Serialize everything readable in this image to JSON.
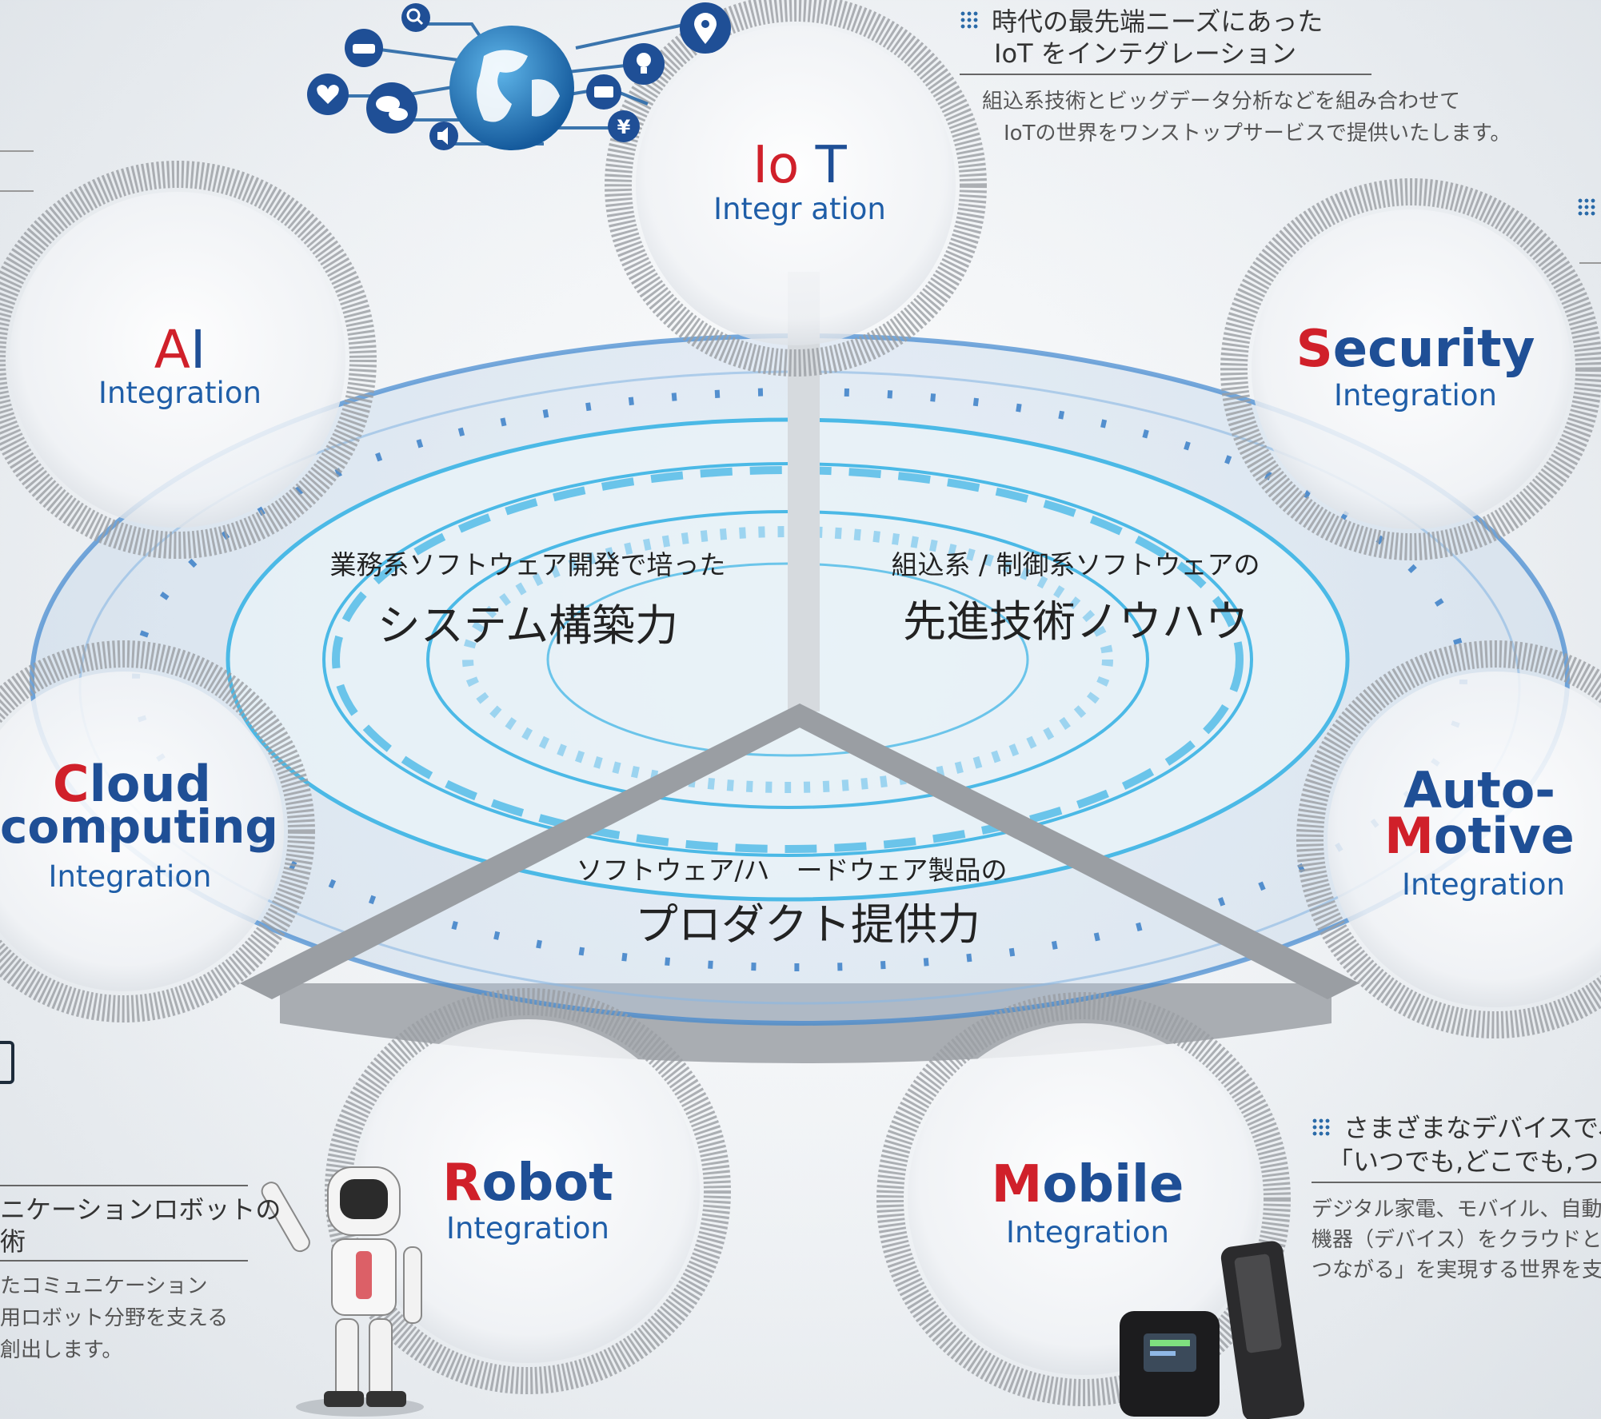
{
  "colors": {
    "title_blue": "#1f4f96",
    "accent_red": "#d0202a",
    "sub_blue": "#1f5ea8",
    "ring_gray": "#9a9ea3",
    "cyan": "#4bb9e6"
  },
  "nodes": {
    "iot": {
      "first": "Io",
      "rest": " T",
      "sub": "Integr ation"
    },
    "ai": {
      "first": "A",
      "rest": "I",
      "sub": "Integration"
    },
    "security": {
      "first": "S",
      "rest": "ecurity",
      "sub": "Integration"
    },
    "cloud": {
      "first": "C",
      "rest": "loud",
      "line2": "computing",
      "sub": "Integration"
    },
    "automotive": {
      "line1": "Auto-",
      "first": "M",
      "rest": "otive",
      "sub": "Integration"
    },
    "robot": {
      "first": "R",
      "rest": "obot",
      "sub": "Integration"
    },
    "mobile": {
      "first": "M",
      "rest": "obile",
      "sub": "Integration"
    }
  },
  "core": {
    "left_small": "業務系ソフトウェア開発で培った",
    "left_big": "システム構築力",
    "right_small": "組込系 / 制御系ソフトウェアの",
    "right_big": "先進技術ノウハウ",
    "bottom_small": "ソフトウェア/ハ　ードウェア製品の",
    "bottom_big": "プロダクト提供力"
  },
  "iot_text": {
    "head1": "時代の最先端ニーズにあった",
    "head2": "IoT をインテグレーション",
    "body1": "組込系技術とビッグデータ分析などを組み合わせて",
    "body2": "IoTの世界をワンストップサービスで提供いたします。"
  },
  "mobile_text": {
    "head1": "さまざまなデバイスで、",
    "head2": "「いつでも,どこでも,つな",
    "body1": "デジタル家電、モバイル、自動",
    "body2": "機器（デバイス）をクラウドと",
    "body3": "つながる」を実現する世界を支"
  },
  "robot_text": {
    "head1": "ニケーションロボットの",
    "head2": "術",
    "body1": "たコミュニケーション",
    "body2": "用ロボット分野を支える",
    "body3": "創出します。"
  },
  "icons": [
    "globe-icon",
    "search-icon",
    "car-icon",
    "heart-icon",
    "chat-icon",
    "speaker-icon",
    "location-pin-icon",
    "lightbulb-icon",
    "keyboard-icon",
    "yen-icon"
  ]
}
